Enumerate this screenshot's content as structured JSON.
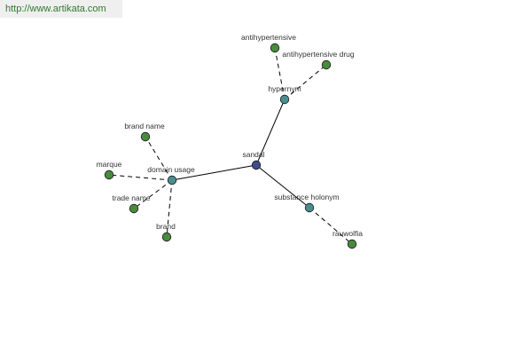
{
  "watermark": "http://www.artikata.com",
  "colors": {
    "center_node": "#3f4d8c",
    "relation_node": "#4a8e8e",
    "leaf_node": "#4a8a3f",
    "edge": "#000000"
  },
  "nodes": [
    {
      "id": "sandal",
      "label": "sandal",
      "kind": "center"
    },
    {
      "id": "hypernym",
      "label": "hypernym",
      "kind": "relation"
    },
    {
      "id": "domain-usage",
      "label": "domain usage",
      "kind": "relation"
    },
    {
      "id": "substance-holonym",
      "label": "substance holonym",
      "kind": "relation"
    },
    {
      "id": "antihypertensive",
      "label": "antihypertensive",
      "kind": "leaf"
    },
    {
      "id": "antihypertensive-drug",
      "label": "antihypertensive drug",
      "kind": "leaf"
    },
    {
      "id": "brand-name",
      "label": "brand name",
      "kind": "leaf"
    },
    {
      "id": "marque",
      "label": "marque",
      "kind": "leaf"
    },
    {
      "id": "trade-name",
      "label": "trade name",
      "kind": "leaf"
    },
    {
      "id": "brand",
      "label": "brand",
      "kind": "leaf"
    },
    {
      "id": "rauwolfia",
      "label": "rauwolfia",
      "kind": "leaf"
    }
  ],
  "edges": [
    {
      "from": "sandal",
      "to": "hypernym",
      "style": "solid"
    },
    {
      "from": "sandal",
      "to": "domain-usage",
      "style": "solid"
    },
    {
      "from": "sandal",
      "to": "substance-holonym",
      "style": "solid"
    },
    {
      "from": "hypernym",
      "to": "antihypertensive",
      "style": "dashed"
    },
    {
      "from": "hypernym",
      "to": "antihypertensive-drug",
      "style": "dashed"
    },
    {
      "from": "domain-usage",
      "to": "brand-name",
      "style": "dashed"
    },
    {
      "from": "domain-usage",
      "to": "marque",
      "style": "dashed"
    },
    {
      "from": "domain-usage",
      "to": "trade-name",
      "style": "dashed"
    },
    {
      "from": "domain-usage",
      "to": "brand",
      "style": "dashed"
    },
    {
      "from": "substance-holonym",
      "to": "rauwolfia",
      "style": "dashed"
    }
  ]
}
